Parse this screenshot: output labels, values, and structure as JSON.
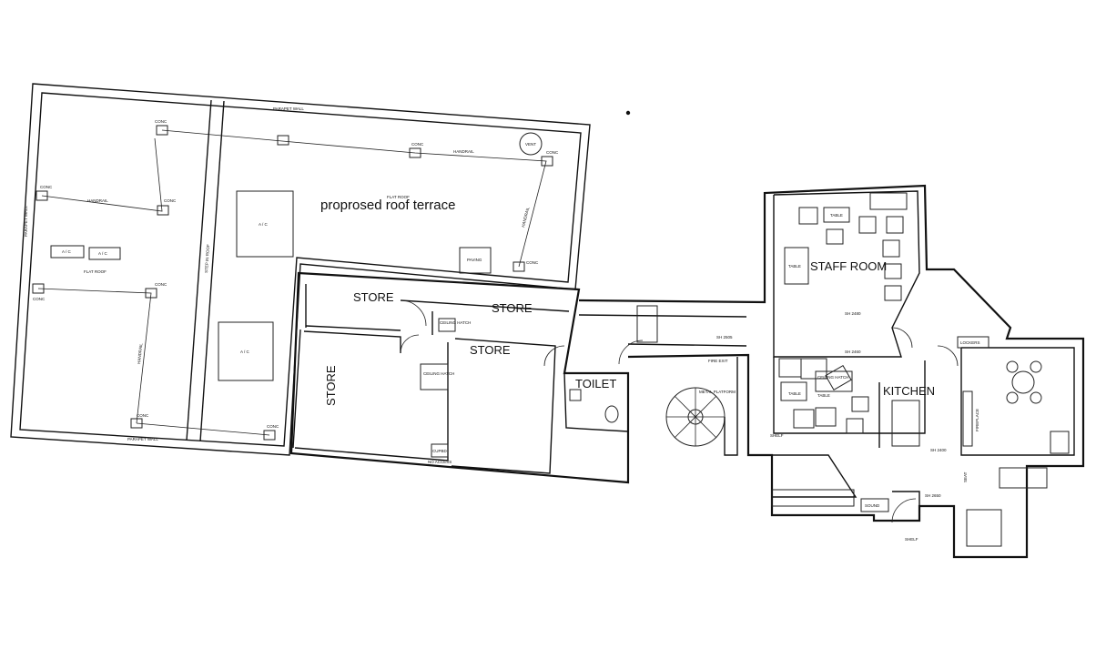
{
  "labels": {
    "roof_terrace": "proprosed roof terrace",
    "parapet_wall_top": "PARAPET WALL",
    "parapet_wall_bottom": "PARAPET WALL",
    "parapet_wall_left": "PARAPET WALL",
    "step_in_roof": "STEP IN ROOF",
    "flat_roof": "FLAT ROOF",
    "flat_roof_2": "FLAT ROOF",
    "ac_1": "A / C",
    "ac_2": "A / C",
    "ac_3": "A / C",
    "ac_4": "A / C",
    "paving": "PAVING",
    "vent": "VENT",
    "handrail_1": "HANDRAIL",
    "handrail_2": "HANDRAIL",
    "handrail_3": "HANDRAIL",
    "handrail_4": "HANDRAIL",
    "conc": "CONC",
    "store_top_left": "STORE",
    "store_top_right": "STORE",
    "store_middle": "STORE",
    "store_large": "STORE",
    "toilet": "TOILET",
    "ceiling_hatch_1": "CEILING HATCH",
    "ceiling_hatch_2": "CEILING HATCH",
    "ceiling_hatch_3": "CEILING HATCH",
    "cupbd": "CUPBD",
    "no_access": "NO ACCESS",
    "fire_exit": "FIRE EXIT",
    "metal_platform": "METAL PLATFORM",
    "staff_room": "STAFF ROOM",
    "kitchen": "KITCHEN",
    "table_1": "TABLE",
    "table_2": "TABLE",
    "table_3": "TABLE",
    "table_4": "TABLE",
    "lockers": "LOCKERS",
    "fireplace": "FIREPLACE",
    "seat": "SEAT",
    "shelf_1": "SHELF",
    "shelf_2": "SHELF",
    "sound": "SOUND",
    "sh_1": "SH 2480",
    "sh_2": "SH 2460",
    "sh_3": "SH 2400",
    "sh_4": "SH 2650",
    "sh_5": "SH 2505"
  }
}
